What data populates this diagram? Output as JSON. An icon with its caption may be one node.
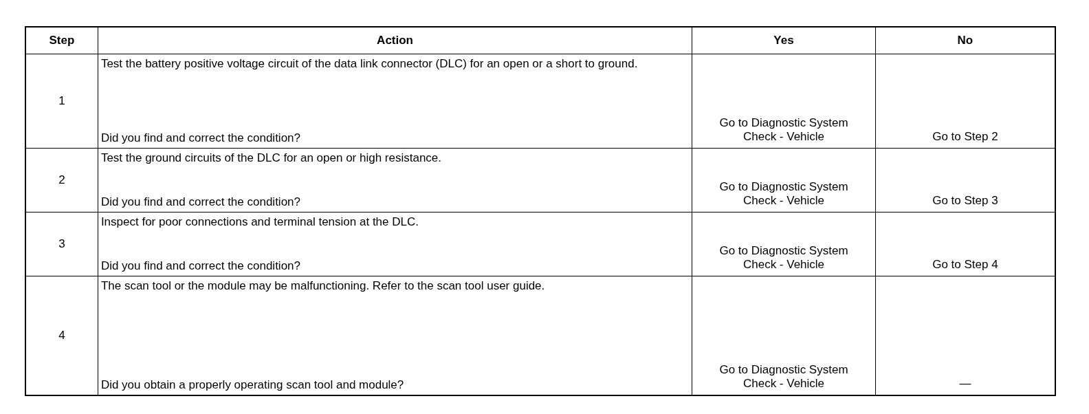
{
  "diagram": {
    "labels": [
      "Step",
      "Action",
      "Yes",
      "No",
      "1",
      "Test the battery positive voltage circuit of the data link connector (DLC) for an open or a short to ground.",
      "Did you find and correct the condition?",
      "Go to Diagnostic System Check - Vehicle",
      "Go to Step 2",
      "2",
      "Test the ground circuits of the DLC for an open or high resistance.",
      "Did you find and correct the condition?",
      "Go to Diagnostic System Check - Vehicle",
      "Go to Step 3",
      "3",
      "Inspect for poor connections and terminal tension at the DLC.",
      "Did you find and correct the condition?",
      "Go to Diagnostic System Check - Vehicle",
      "Go to Step 4",
      "4",
      "The scan tool or the module may be malfunctioning. Refer to the scan tool user guide.",
      "Did you obtain a properly operating scan tool and module?",
      "Go to Diagnostic System Check - Vehicle",
      "—"
    ]
  }
}
